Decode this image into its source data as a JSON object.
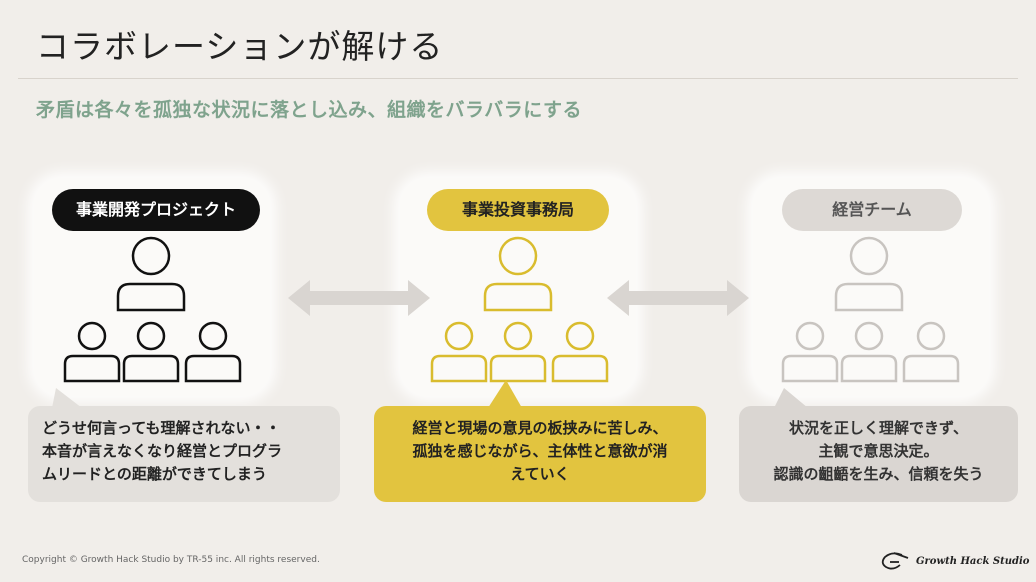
{
  "slide": {
    "title": "コラボレーションが解ける",
    "subtitle": "矛盾は各々を孤独な状況に落とし込み、組織をバラバラにする"
  },
  "groups": [
    {
      "label": "事業開発プロジェクト",
      "description": [
        "どうせ何言っても理解されない・・",
        "本音が言えなくなり経営とプログラ",
        "ムリードとの距離ができてしまう"
      ],
      "color": "#111111"
    },
    {
      "label": "事業投資事務局",
      "description": [
        "経営と現場の意見の板挟みに苦しみ、",
        "孤独を感じながら、主体性と意欲が消",
        "えていく"
      ],
      "color": "#d9bc2e"
    },
    {
      "label": "経営チーム",
      "description": [
        "状況を正しく理解できず、",
        "主観で意思決定。",
        "認識の齟齬を生み、信頼を失う"
      ],
      "color": "#c8c4c0"
    }
  ],
  "footer": {
    "copyright": "Copyright © Growth Hack Studio by TR-55 inc. All rights reserved.",
    "brand": "Growth Hack Studio"
  },
  "icons": {
    "people": "people-group-icon",
    "arrow": "double-arrow-icon",
    "logo": "growth-hack-logo-icon"
  }
}
